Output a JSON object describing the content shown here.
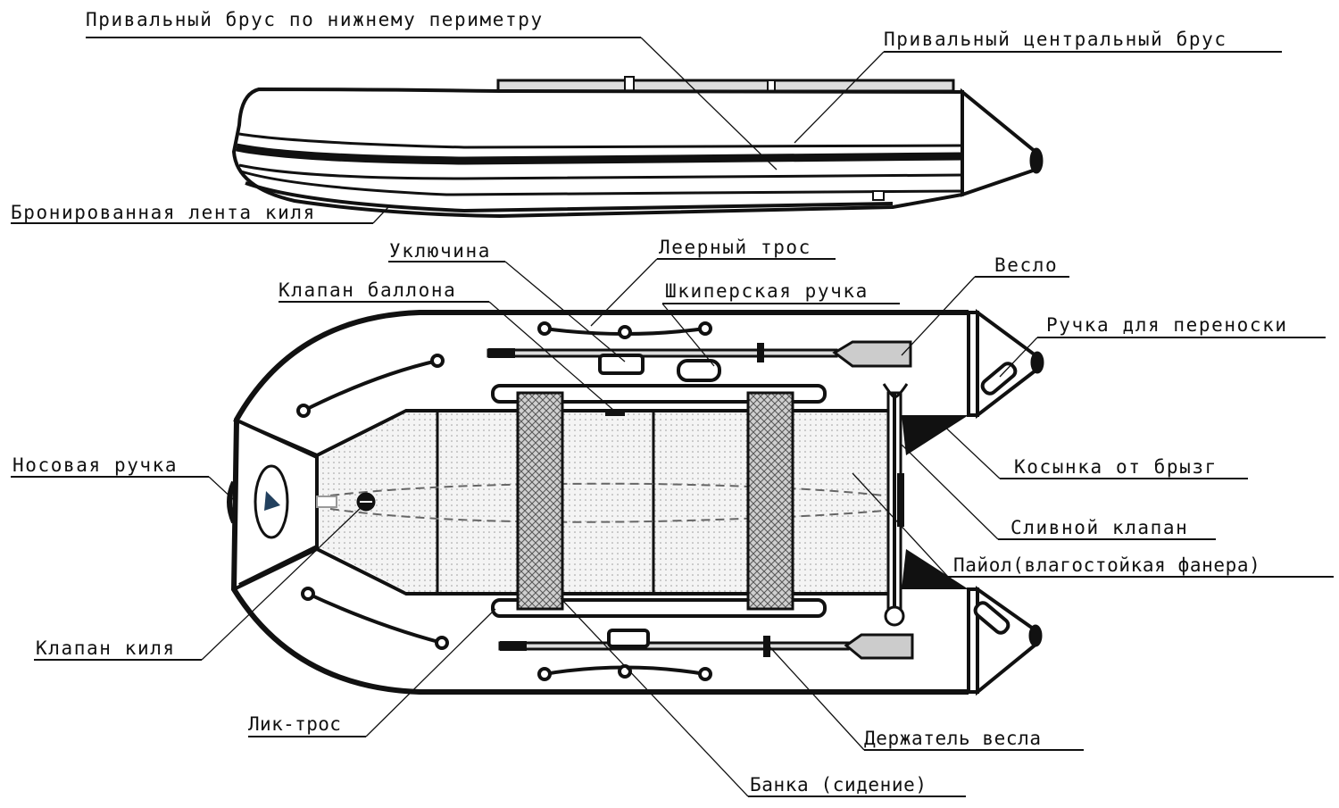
{
  "diagram": {
    "title": "Inflatable boat parts diagram",
    "views": [
      "side-view",
      "top-view"
    ],
    "colors": {
      "ink": "#111111",
      "floor_fill": "#f1f1f1",
      "seat_pad": "#9a9a9a",
      "logo": "#22405e",
      "background": "#ffffff"
    },
    "labels": {
      "rub_strake_lower": "Привальный брус по нижнему периметру",
      "rub_strake_central": "Привальный центральный брус",
      "keel_armor_tape": "Бронированная лента киля",
      "oarlock": "Уключина",
      "grab_line": "Леерный трос",
      "tube_valve": "Клапан баллона",
      "skipper_handle": "Шкиперская ручка",
      "oar": "Весло",
      "carry_handle": "Ручка для переноски",
      "bow_handle": "Носовая ручка",
      "splash_guard": "Косынка от брызг",
      "drain_valve": "Сливной клапан",
      "floorboard": "Пайол(влагостойкая фанера)",
      "keel_valve": "Клапан киля",
      "bolt_rope": "Лик-трос",
      "oar_holder": "Держатель весла",
      "seat_bench": "Банка (сидение)"
    }
  }
}
